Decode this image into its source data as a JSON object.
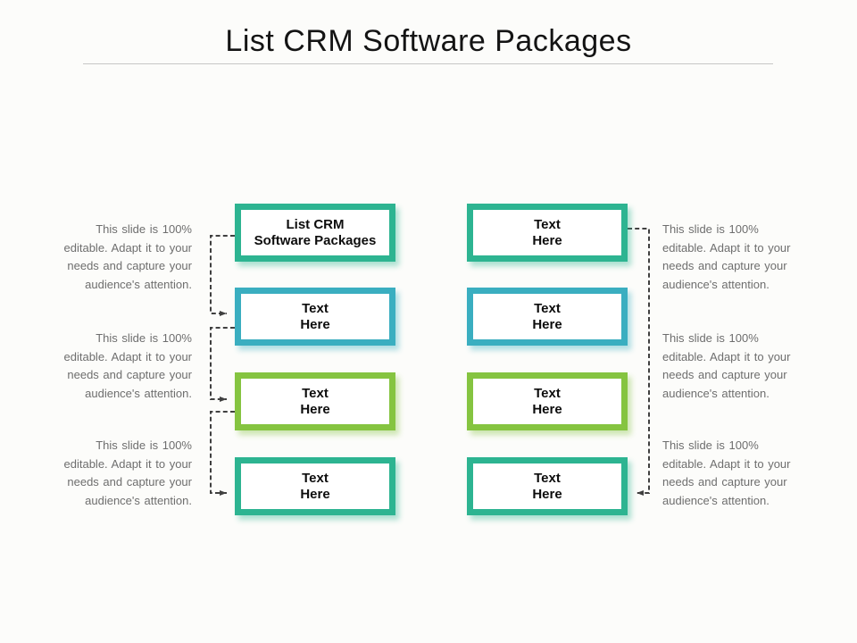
{
  "slide": {
    "title": "List CRM Software Packages"
  },
  "colors": {
    "teal": "#2db491",
    "blue": "#3aaec0",
    "lime": "#85c440",
    "connector": "#404040",
    "note_text": "#6e6e6e",
    "title_text": "#141414",
    "divider": "#c6c6c6",
    "box_background": "#ffffff",
    "slide_background": "#fcfcfa"
  },
  "boxes": {
    "left": [
      {
        "label": "List CRM\nSoftware Packages",
        "color": "teal"
      },
      {
        "label": "Text\nHere",
        "color": "blue"
      },
      {
        "label": "Text\nHere",
        "color": "lime"
      },
      {
        "label": "Text\nHere",
        "color": "teal"
      }
    ],
    "right": [
      {
        "label": "Text\nHere",
        "color": "teal"
      },
      {
        "label": "Text\nHere",
        "color": "blue"
      },
      {
        "label": "Text\nHere",
        "color": "lime"
      },
      {
        "label": "Text\nHere",
        "color": "teal"
      }
    ]
  },
  "side_notes": {
    "left": [
      "This slide is 100% editable. Adapt it to your needs and capture your audience's attention.",
      "This slide is 100% editable. Adapt it to your needs and capture your audience's attention.",
      "This slide is 100% editable. Adapt it to your needs and capture your audience's attention."
    ],
    "right": [
      "This slide is 100% editable. Adapt it to your needs and capture your audience's attention.",
      "This slide is 100% editable. Adapt it to your needs and capture your audience's attention.",
      "This slide is 100% editable. Adapt it to your needs and capture your audience's attention."
    ]
  }
}
